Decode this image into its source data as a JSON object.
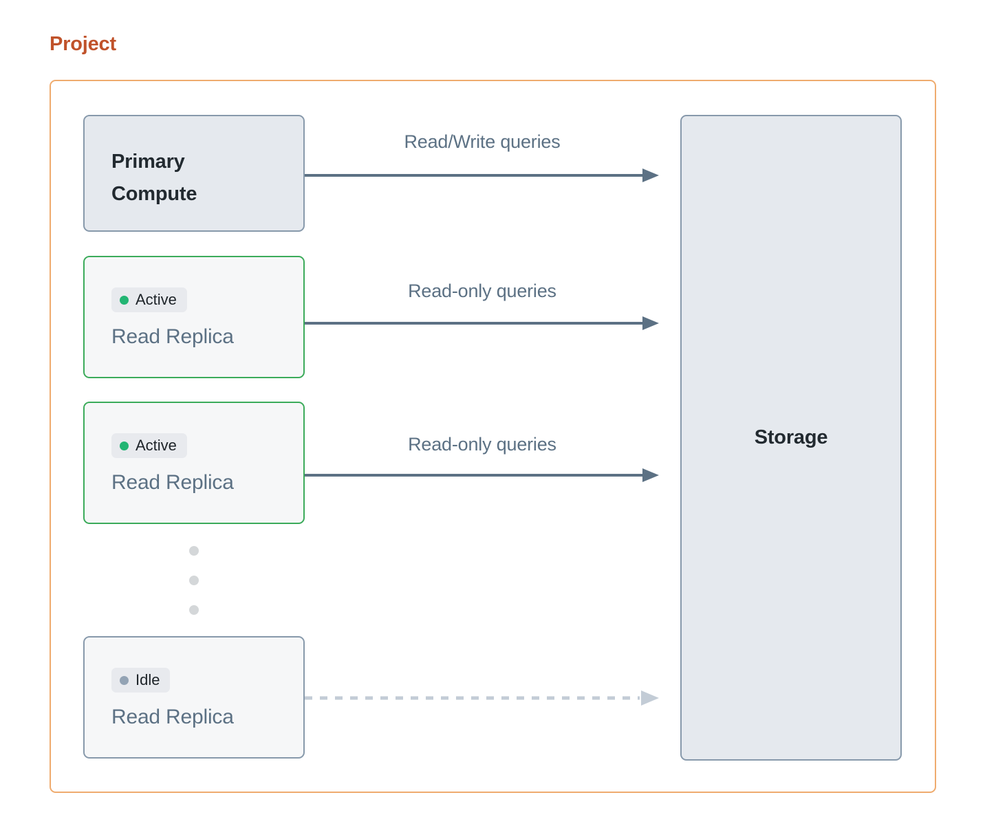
{
  "title": "Project",
  "colors": {
    "title_text": "#c0522a",
    "container_border": "#efab6e",
    "node_fill": "#e5e9ee",
    "node_border": "#8799ab",
    "replica_fill": "#f6f7f8",
    "active_border": "#3bab5a",
    "active_dot": "#22b573",
    "idle_dot": "#93a3b4",
    "badge_bg": "#e8eaee",
    "arrow_solid": "#5c7184",
    "arrow_dashed": "#c3ccd6",
    "label_text": "#5c7184",
    "heading_text": "#222a30"
  },
  "nodes": {
    "primary": {
      "title": "Primary\nCompute",
      "title_line1": "Primary",
      "title_line2": "Compute"
    },
    "storage": {
      "label": "Storage"
    },
    "replicas": [
      {
        "status": "Active",
        "state": "active",
        "name": "Read Replica"
      },
      {
        "status": "Active",
        "state": "active",
        "name": "Read Replica"
      },
      {
        "status": "Idle",
        "state": "idle",
        "name": "Read Replica"
      }
    ]
  },
  "connectors": [
    {
      "label": "Read/Write queries",
      "style": "solid",
      "from": "Primary Compute",
      "to": "Storage"
    },
    {
      "label": "Read-only queries",
      "style": "solid",
      "from": "Read Replica (Active)",
      "to": "Storage"
    },
    {
      "label": "Read-only queries",
      "style": "solid",
      "from": "Read Replica (Active)",
      "to": "Storage"
    },
    {
      "label": "",
      "style": "dashed",
      "from": "Read Replica (Idle)",
      "to": "Storage"
    }
  ],
  "ellipsis": {
    "dot_count": 3,
    "meaning": "more read replicas"
  }
}
